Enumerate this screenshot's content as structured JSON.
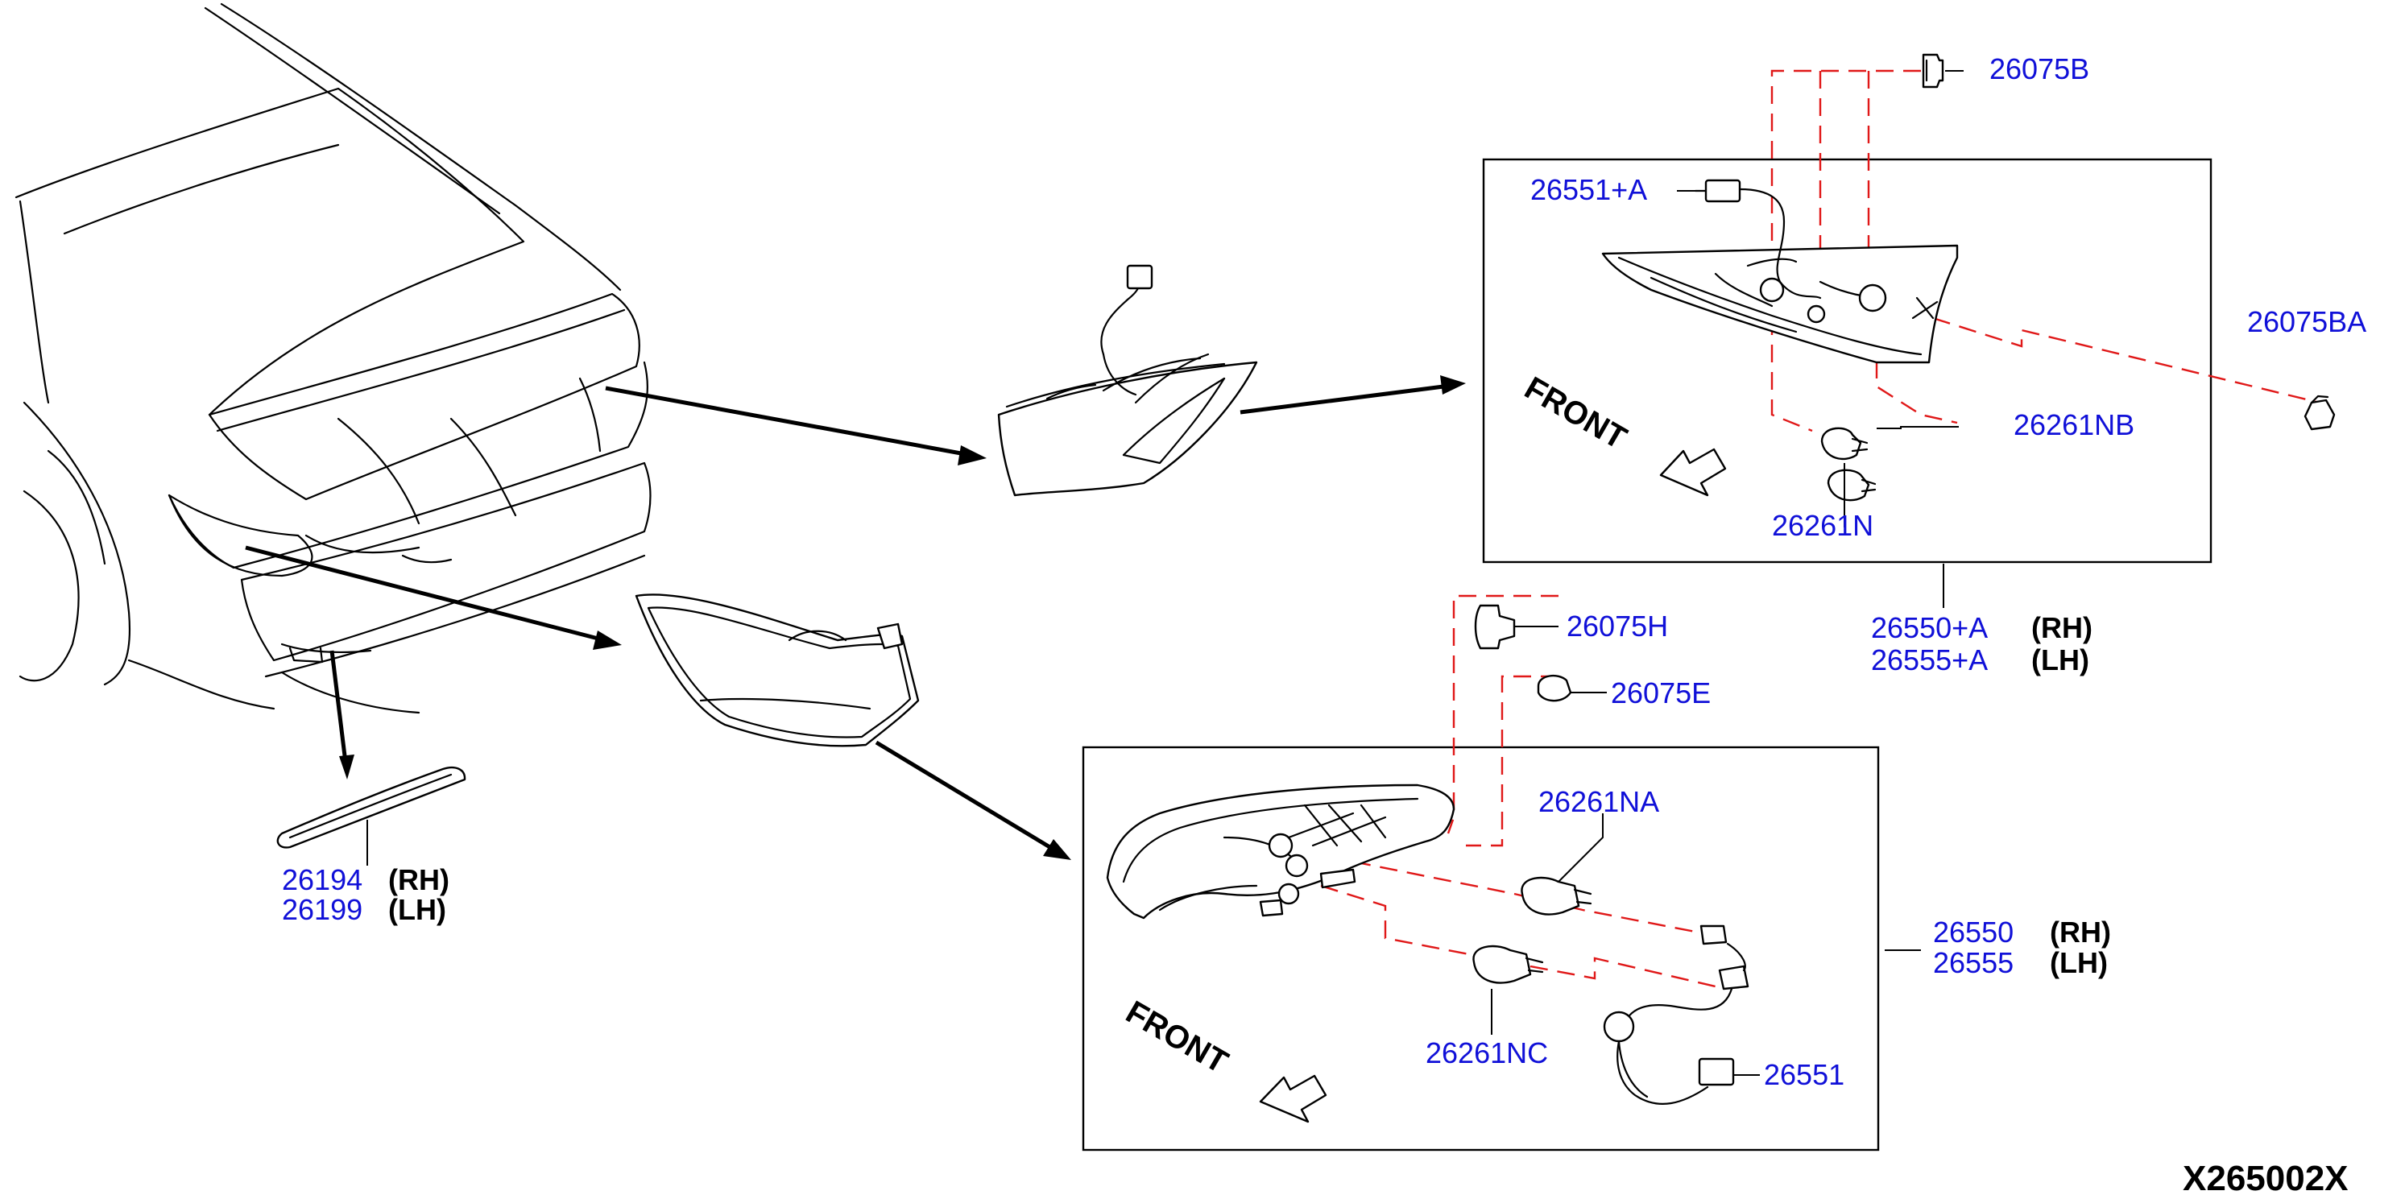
{
  "diagram_id": "X265002X",
  "colors": {
    "part_number": "#1010d8",
    "callout_dash": "#e01818",
    "line": "#000000"
  },
  "labels": {
    "p26075B": "26075B",
    "p26551A": "26551+A",
    "p26075BA": "26075BA",
    "p26261NB": "26261NB",
    "p26261N": "26261N",
    "p26550A": "26550+A",
    "p26550A_side": "(RH)",
    "p26555A": "26555+A",
    "p26555A_side": "(LH)",
    "p26075H": "26075H",
    "p26075E": "26075E",
    "p26261NA": "26261NA",
    "p26550": "26550",
    "p26550_side": "(RH)",
    "p26555": "26555",
    "p26555_side": "(LH)",
    "p26261NC": "26261NC",
    "p26551": "26551",
    "p26194": "26194",
    "p26194_side": "(RH)",
    "p26199": "26199",
    "p26199_side": "(LH)"
  },
  "front_markers": [
    "FRONT",
    "FRONT"
  ]
}
